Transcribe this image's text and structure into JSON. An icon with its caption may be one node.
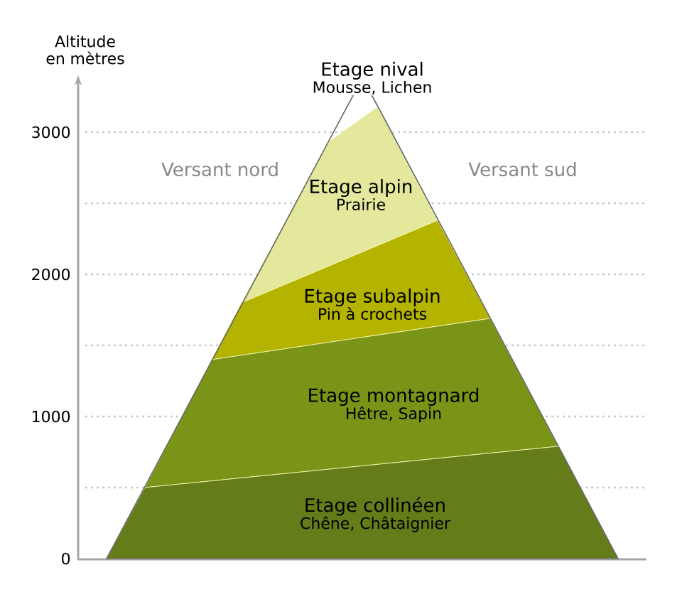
{
  "diagram": {
    "nodes": [
      {
        "text": [
          "Etage nival",
          "Mousse, Lichen"
        ]
      },
      {
        "text": [
          "Etage alpin",
          "Prairie"
        ]
      },
      {
        "text": [
          "Etage subalpin",
          "Pin à crochets"
        ]
      },
      {
        "text": [
          "Etage montagnard",
          "Hêtre, Sapin"
        ]
      },
      {
        "text": [
          "Etage collinéen",
          "Chêne, Châtaignier"
        ]
      }
    ],
    "edges": [],
    "labels": [
      "Altitude en mètres",
      "3000",
      "Versant nord",
      "Versant sud",
      "2000",
      "1000",
      "0"
    ]
  }
}
